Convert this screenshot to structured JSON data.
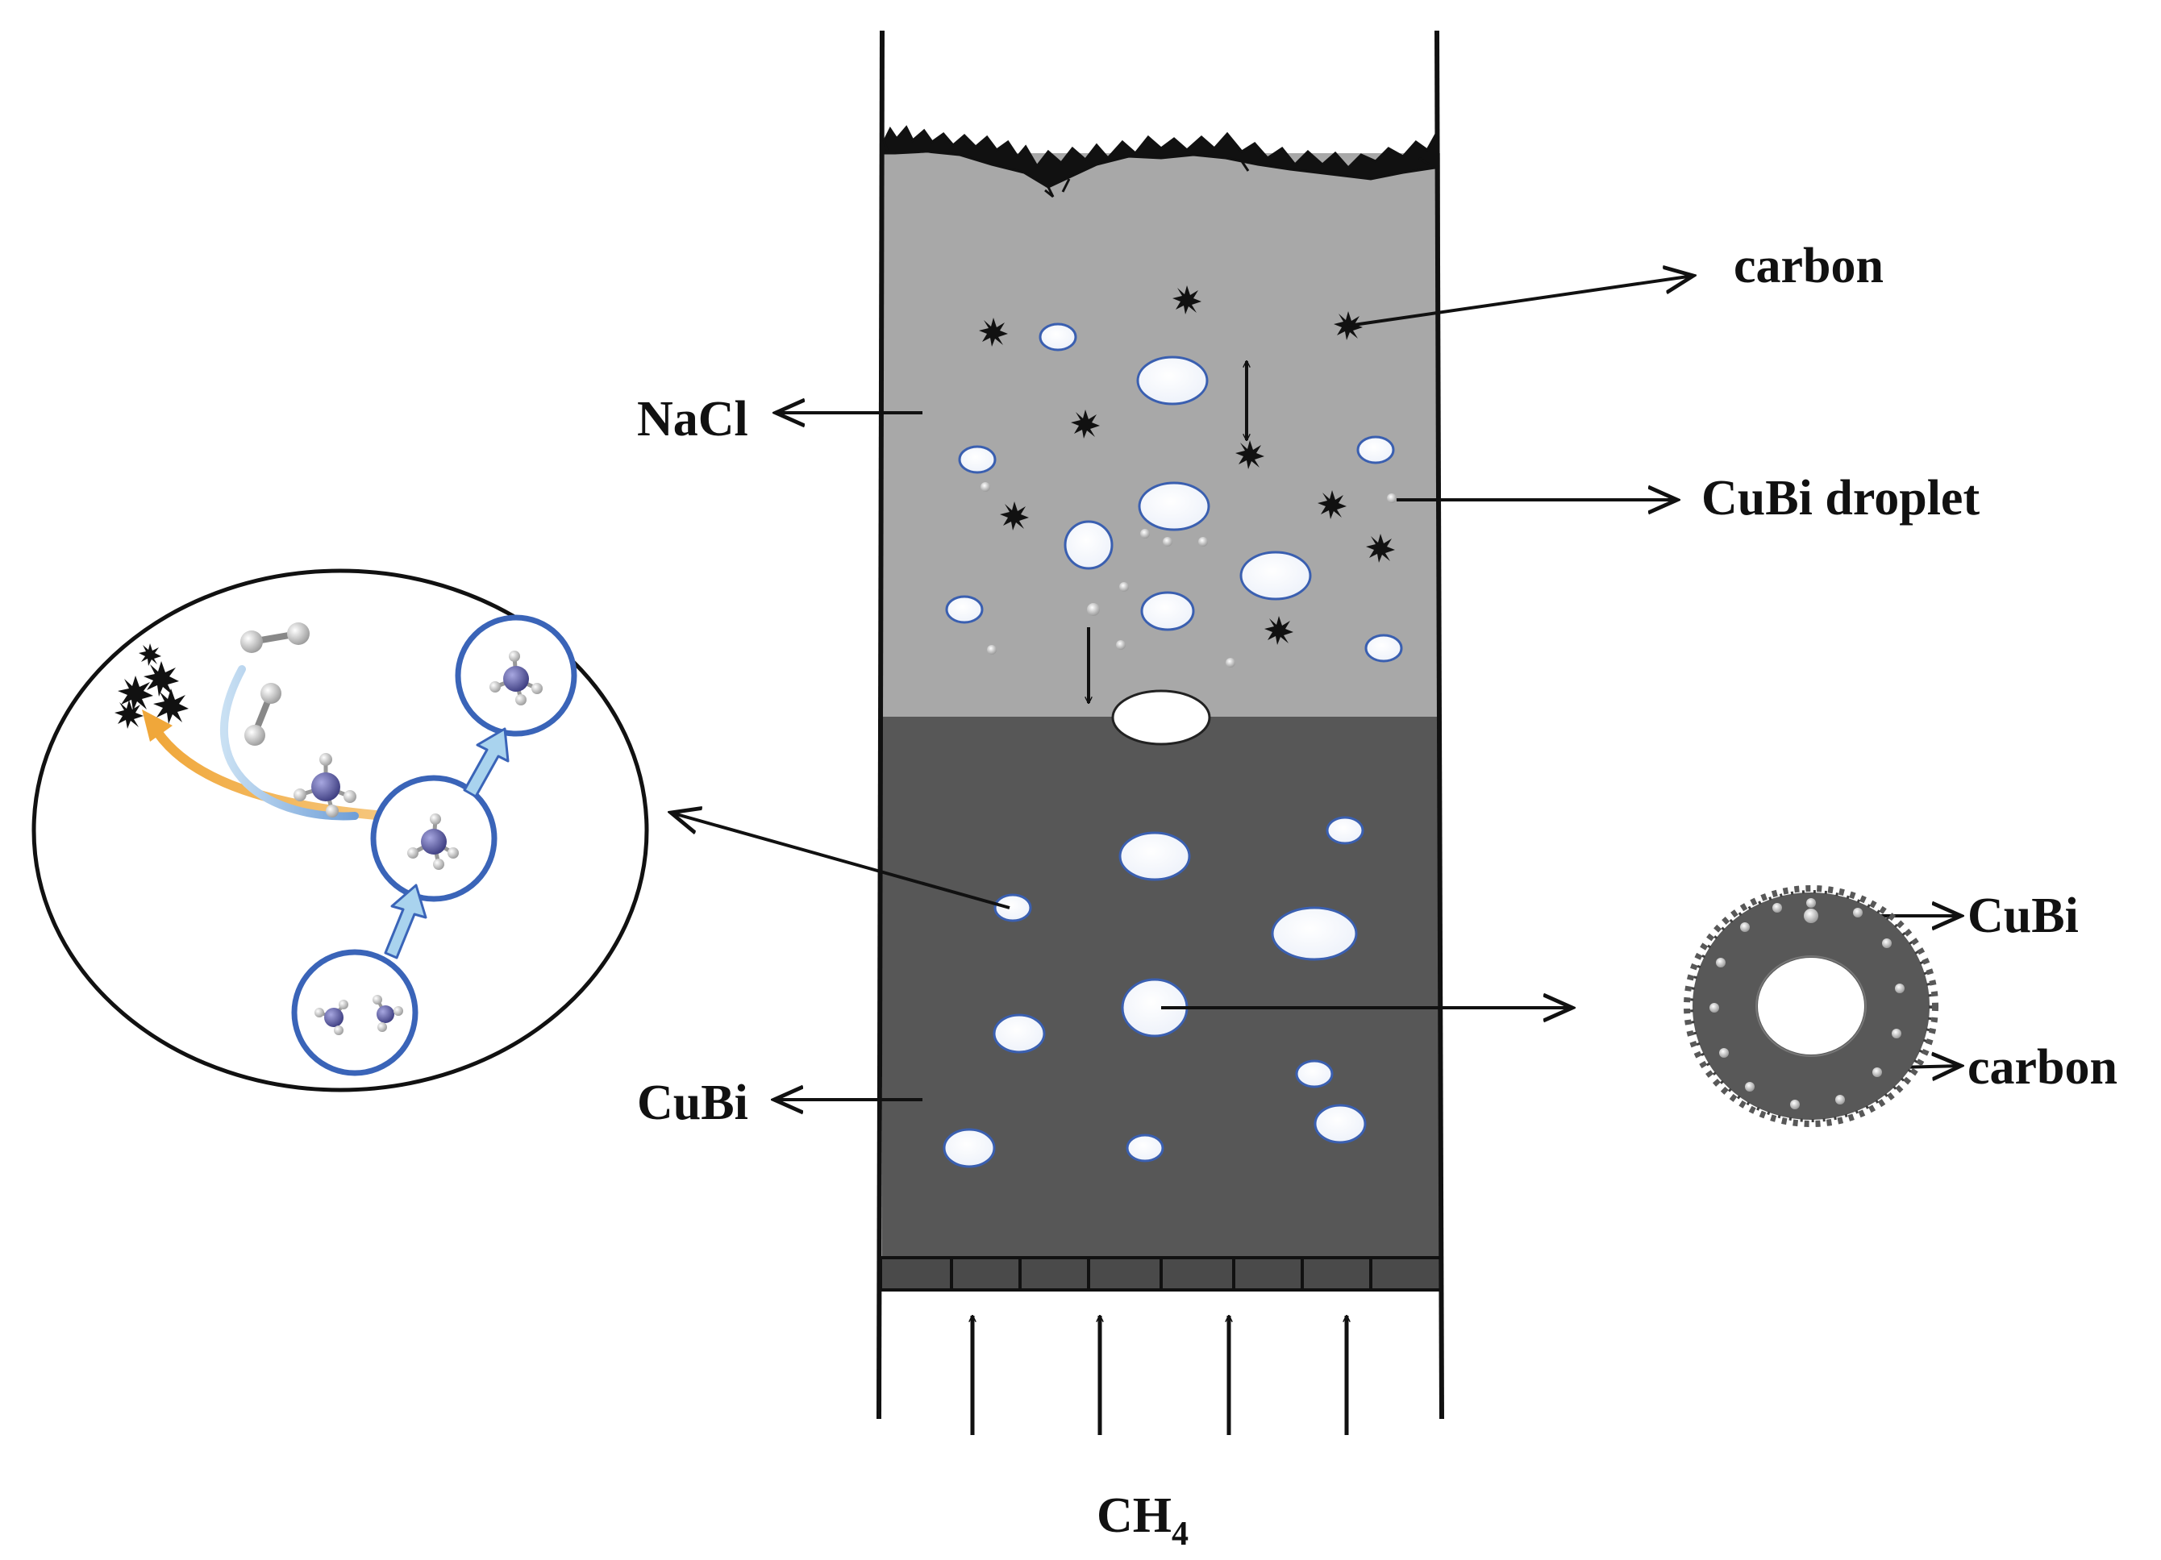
{
  "labels": {
    "carbon_top": "carbon",
    "nacl": "NaCl",
    "cubi_droplet": "CuBi droplet",
    "cubi_left": "CuBi",
    "cubi_ring": "CuBi",
    "carbon_ring": "carbon",
    "ch4_main": "CH",
    "ch4_sub": "4"
  },
  "colors": {
    "nacl_layer": "#a8a8a8",
    "cubi_layer": "#575757",
    "bubble_fill": "#ffffff",
    "bubble_stroke": "#3a5fb0",
    "carbon_particle": "#111111",
    "molecule_circle": "#3a64b8",
    "arrow_blue": "#a9d3ee",
    "arrow_orange": "#f0a73a",
    "carbon_ring": "#585858",
    "atom_center": "#5b5b9e"
  },
  "icons": {
    "carbon_particle": "spiky-star-icon",
    "methane_molecule": "molecule-icon",
    "hydrogen_molecule": "h2-molecule-icon"
  }
}
